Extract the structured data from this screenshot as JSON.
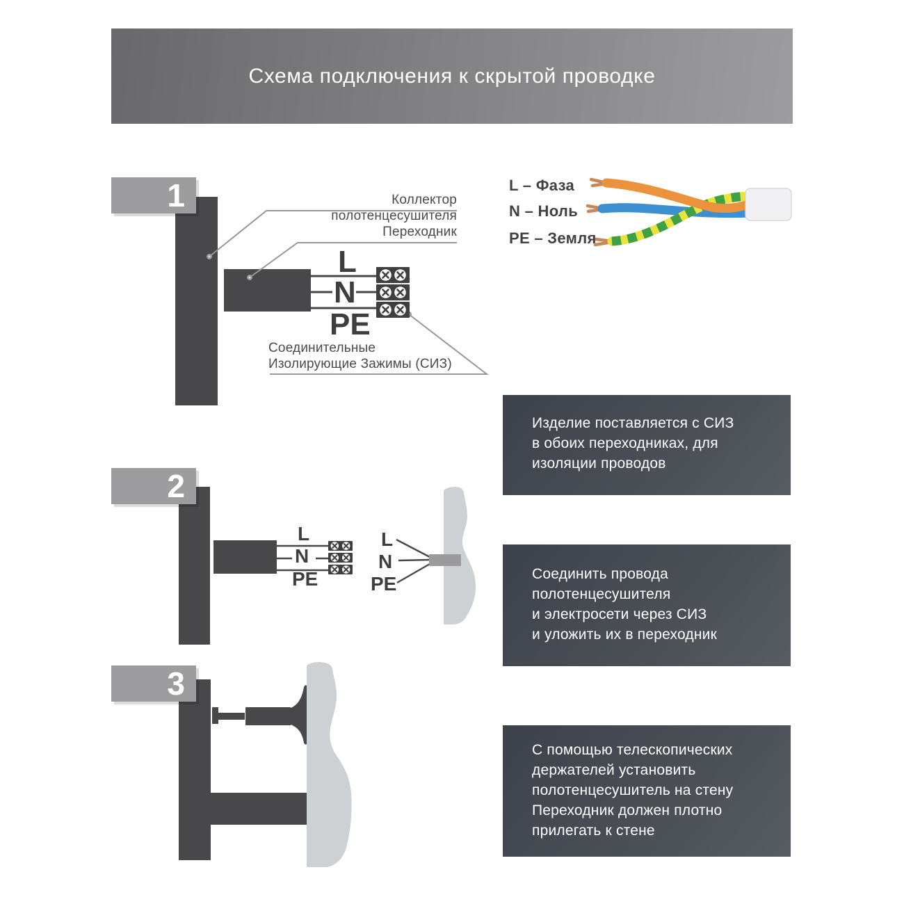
{
  "header": {
    "title": "Схема подключения к скрытой проводке"
  },
  "legend": {
    "items": [
      {
        "label": "L – Фаза"
      },
      {
        "label": "N – Ноль"
      },
      {
        "label": "PE – Земля"
      }
    ]
  },
  "steps": {
    "step1": {
      "number": "1",
      "collector_label": "Коллектор полотенцесушителя",
      "adapter_label": "Переходник",
      "siz_label_line1": "Соединительные",
      "siz_label_line2": "Изолирующие Зажимы (СИЗ)",
      "terminal_l": "L",
      "terminal_n": "N",
      "terminal_pe": "PE"
    },
    "step2": {
      "number": "2",
      "terminal_l": "L",
      "terminal_n": "N",
      "terminal_pe": "PE",
      "wall_l": "L",
      "wall_n": "N",
      "wall_pe": "PE"
    },
    "step3": {
      "number": "3"
    }
  },
  "info_boxes": {
    "box1": {
      "lines": [
        "Изделие поставляется с СИЗ",
        "в обоих переходниках, для",
        "изоляции проводов"
      ]
    },
    "box2": {
      "lines": [
        "Соединить провода",
        "полотенцесушителя",
        "и электросети через СИЗ",
        "и уложить их в переходник"
      ]
    },
    "box3": {
      "lines": [
        "С помощью телескопических",
        "держателей установить",
        "полотенцесушитель на стену",
        "Переходник должен плотно",
        "прилегать к стене"
      ]
    }
  },
  "colors": {
    "header_gradient_start": "#69696b",
    "header_gradient_end": "#9d9d9f",
    "badge_gray": "#9d9da0",
    "element_dark": "#48484a",
    "terminal_block_dark": "#3f3f41",
    "info_box_dark": "#4a4e55",
    "wall_gray": "#ced1d3",
    "wall_stub_gray": "#9b9b9d",
    "leader_line_gray": "#97979a",
    "wire_orange": "#ea923c",
    "wire_blue": "#3c90d2",
    "wire_green": "#3fa046",
    "wire_yellow": "#e8e33e",
    "copper": "#c8875a",
    "cable_sheath": "#f1f1f3",
    "text_dark": "#4a4a4c",
    "text_white": "#ffffff"
  }
}
